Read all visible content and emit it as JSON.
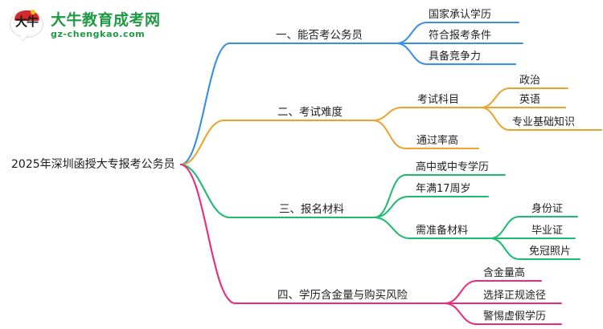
{
  "logo": {
    "mark_text": "大牛",
    "title": "大牛教育成考网",
    "subtitle": "gz-chengkao.com",
    "brand_color": "#1f9a42",
    "cap_color": "#d4292c"
  },
  "mindmap": {
    "root": {
      "label": "2025年深圳函授大专报考公务员"
    },
    "branches": [
      {
        "label": "一、能否考公务员",
        "color": "#3a8ee6",
        "children": [
          {
            "label": "国家承认学历"
          },
          {
            "label": "符合报考条件"
          },
          {
            "label": "具备竞争力"
          }
        ]
      },
      {
        "label": "二、考试难度",
        "color": "#eca32b",
        "children": [
          {
            "label": "考试科目",
            "children": [
              {
                "label": "政治"
              },
              {
                "label": "英语"
              },
              {
                "label": "专业基础知识"
              }
            ]
          },
          {
            "label": "通过率高"
          }
        ]
      },
      {
        "label": "三、报名材料",
        "color": "#1bbb70",
        "children": [
          {
            "label": "高中或中专学历"
          },
          {
            "label": "年满17周岁"
          },
          {
            "label": "需准备材料",
            "children": [
              {
                "label": "身份证"
              },
              {
                "label": "毕业证"
              },
              {
                "label": "免冠照片"
              }
            ]
          }
        ]
      },
      {
        "label": "四、学历含金量与购买风险",
        "color": "#ed2a7b",
        "children": [
          {
            "label": "含金量高"
          },
          {
            "label": "选择正规途径"
          },
          {
            "label": "警惕虚假学历"
          }
        ]
      }
    ]
  }
}
